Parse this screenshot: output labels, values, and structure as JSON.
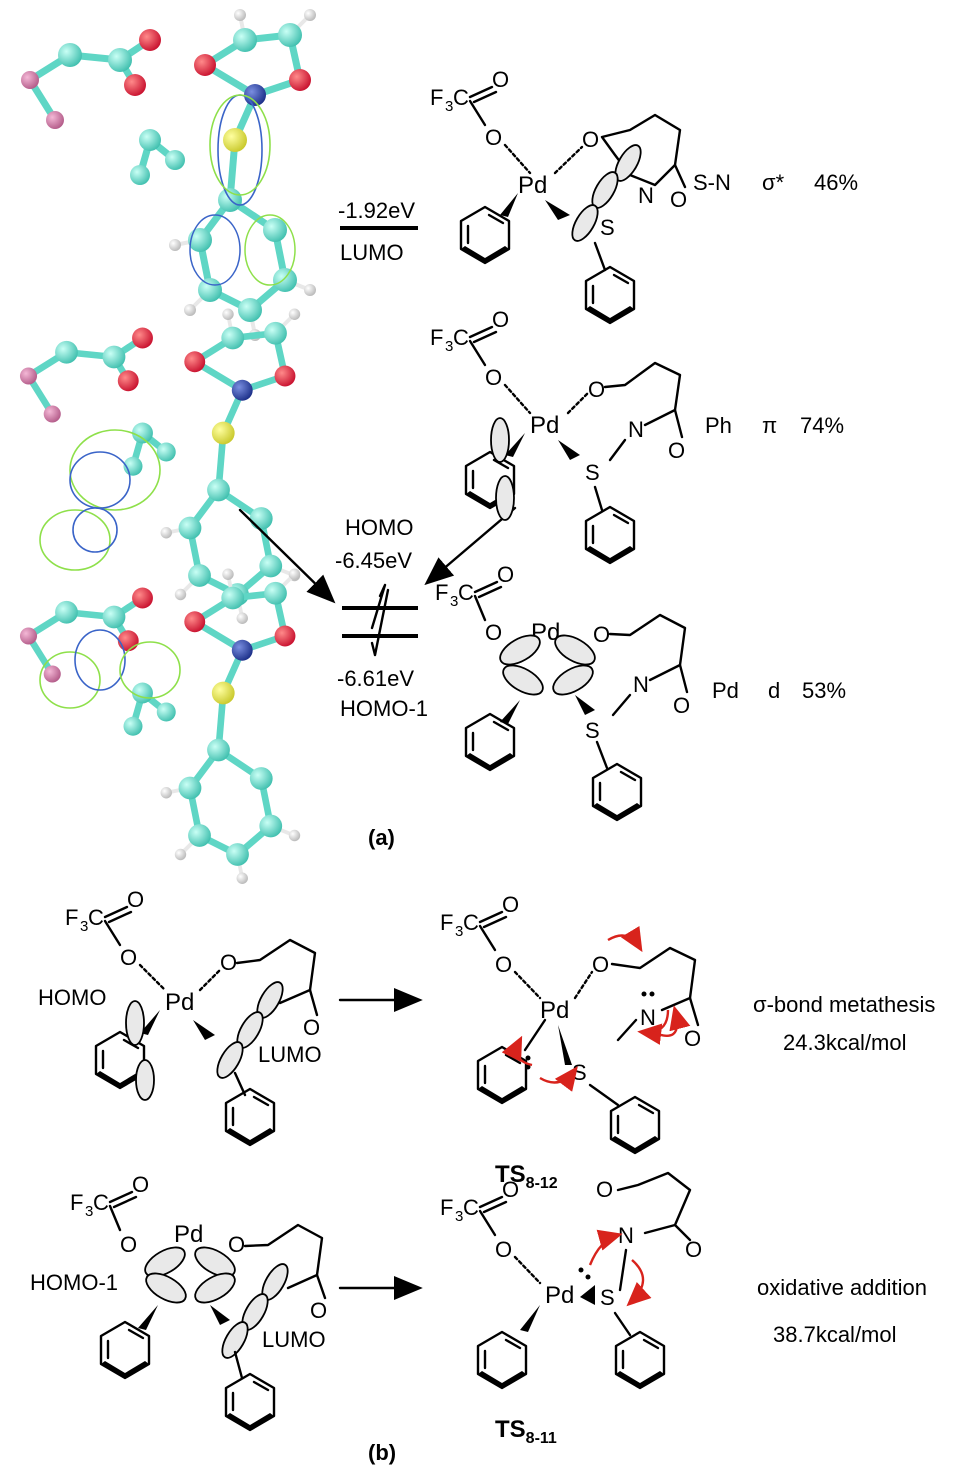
{
  "part_a": {
    "label": "(a)",
    "rows": [
      {
        "orbital": "LUMO",
        "energy": "-1.92eV",
        "bond": "S-N",
        "type": "σ*",
        "percent": "46%"
      },
      {
        "orbital": "",
        "energy": "",
        "bond": "Ph",
        "type": "π",
        "percent": "74%"
      },
      {
        "orbital": "HOMO-1",
        "energy": "-6.61eV",
        "bond": "Pd",
        "type": "d",
        "percent": "53%"
      }
    ],
    "homo_label": "HOMO",
    "homo_energy": "-6.45eV"
  },
  "part_b": {
    "label": "(b)",
    "reactions": [
      {
        "left_labels": [
          "HOMO",
          "LUMO"
        ],
        "ts": "TS",
        "ts_sub": "8-12",
        "mechanism": "σ-bond metathesis",
        "energy": "24.3kcal/mol"
      },
      {
        "left_labels": [
          "HOMO-1",
          "LUMO"
        ],
        "ts": "TS",
        "ts_sub": "8-11",
        "mechanism": "oxidative addition",
        "energy": "38.7kcal/mol"
      }
    ]
  },
  "atoms": {
    "F3C": "F",
    "F3C_sub": "3",
    "C": "C",
    "O": "O",
    "Pd": "Pd",
    "N": "N",
    "S": "S"
  },
  "colors": {
    "carbon": "#5fd6c5",
    "oxygen": "#d9142a",
    "nitrogen": "#1f3c9c",
    "sulfur": "#dede3c",
    "fluorine": "#c96b9c",
    "hydrogen": "#e8e8e8",
    "lobe_blue": "#3a64c8",
    "lobe_green": "#8ee04a",
    "arrow_red": "#d8231c"
  }
}
